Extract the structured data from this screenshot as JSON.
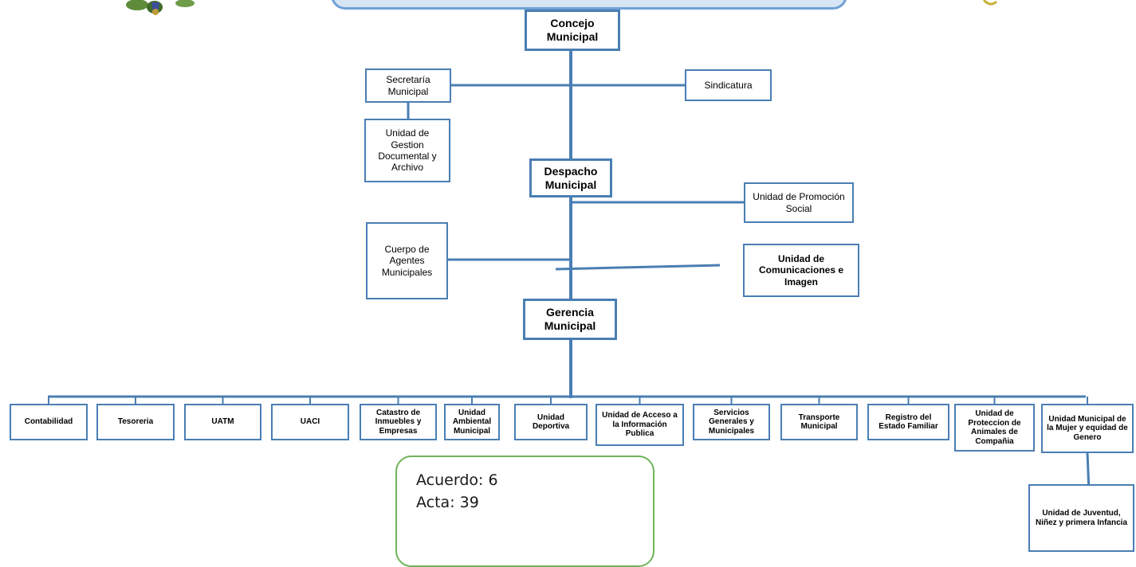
{
  "nodes": {
    "concejo": "Concejo Municipal",
    "secretaria": "Secretaría Municipal",
    "sindicatura": "Sindicatura",
    "gestion": "Unidad de Gestion Documental y Archivo",
    "despacho": "Despacho Municipal",
    "promocion": "Unidad de Promoción Social",
    "cuerpo": "Cuerpo de Agentes Municipales",
    "comunicaciones": "Unidad de Comunicaciones e Imagen",
    "gerencia": "Gerencia Municipal",
    "juventud": "Unidad de Juventud, Niñez y primera Infancia"
  },
  "departments": [
    "Contabilidad",
    "Tesoreria",
    "UATM",
    "UACI",
    "Catastro de Inmuebles y Empresas",
    "Unidad Ambiental Municipal",
    "Unidad Deportiva",
    "Unidad de Acceso a la Información Publica",
    "Servicios Generales y Municipales",
    "Transporte Municipal",
    "Registro del Estado Familiar",
    "Unidad de Proteccion de Animales de Compañia",
    "Unidad Municipal de la Mujer y equidad de Genero"
  ],
  "note": {
    "acuerdo": "Acuerdo:  6",
    "acta": "Acta: 39"
  },
  "colors": {
    "box_border": "#4a7eb3",
    "line": "#4a7eb3",
    "note_border": "#6fb35a",
    "banner_fill": "#d6e6f5"
  }
}
